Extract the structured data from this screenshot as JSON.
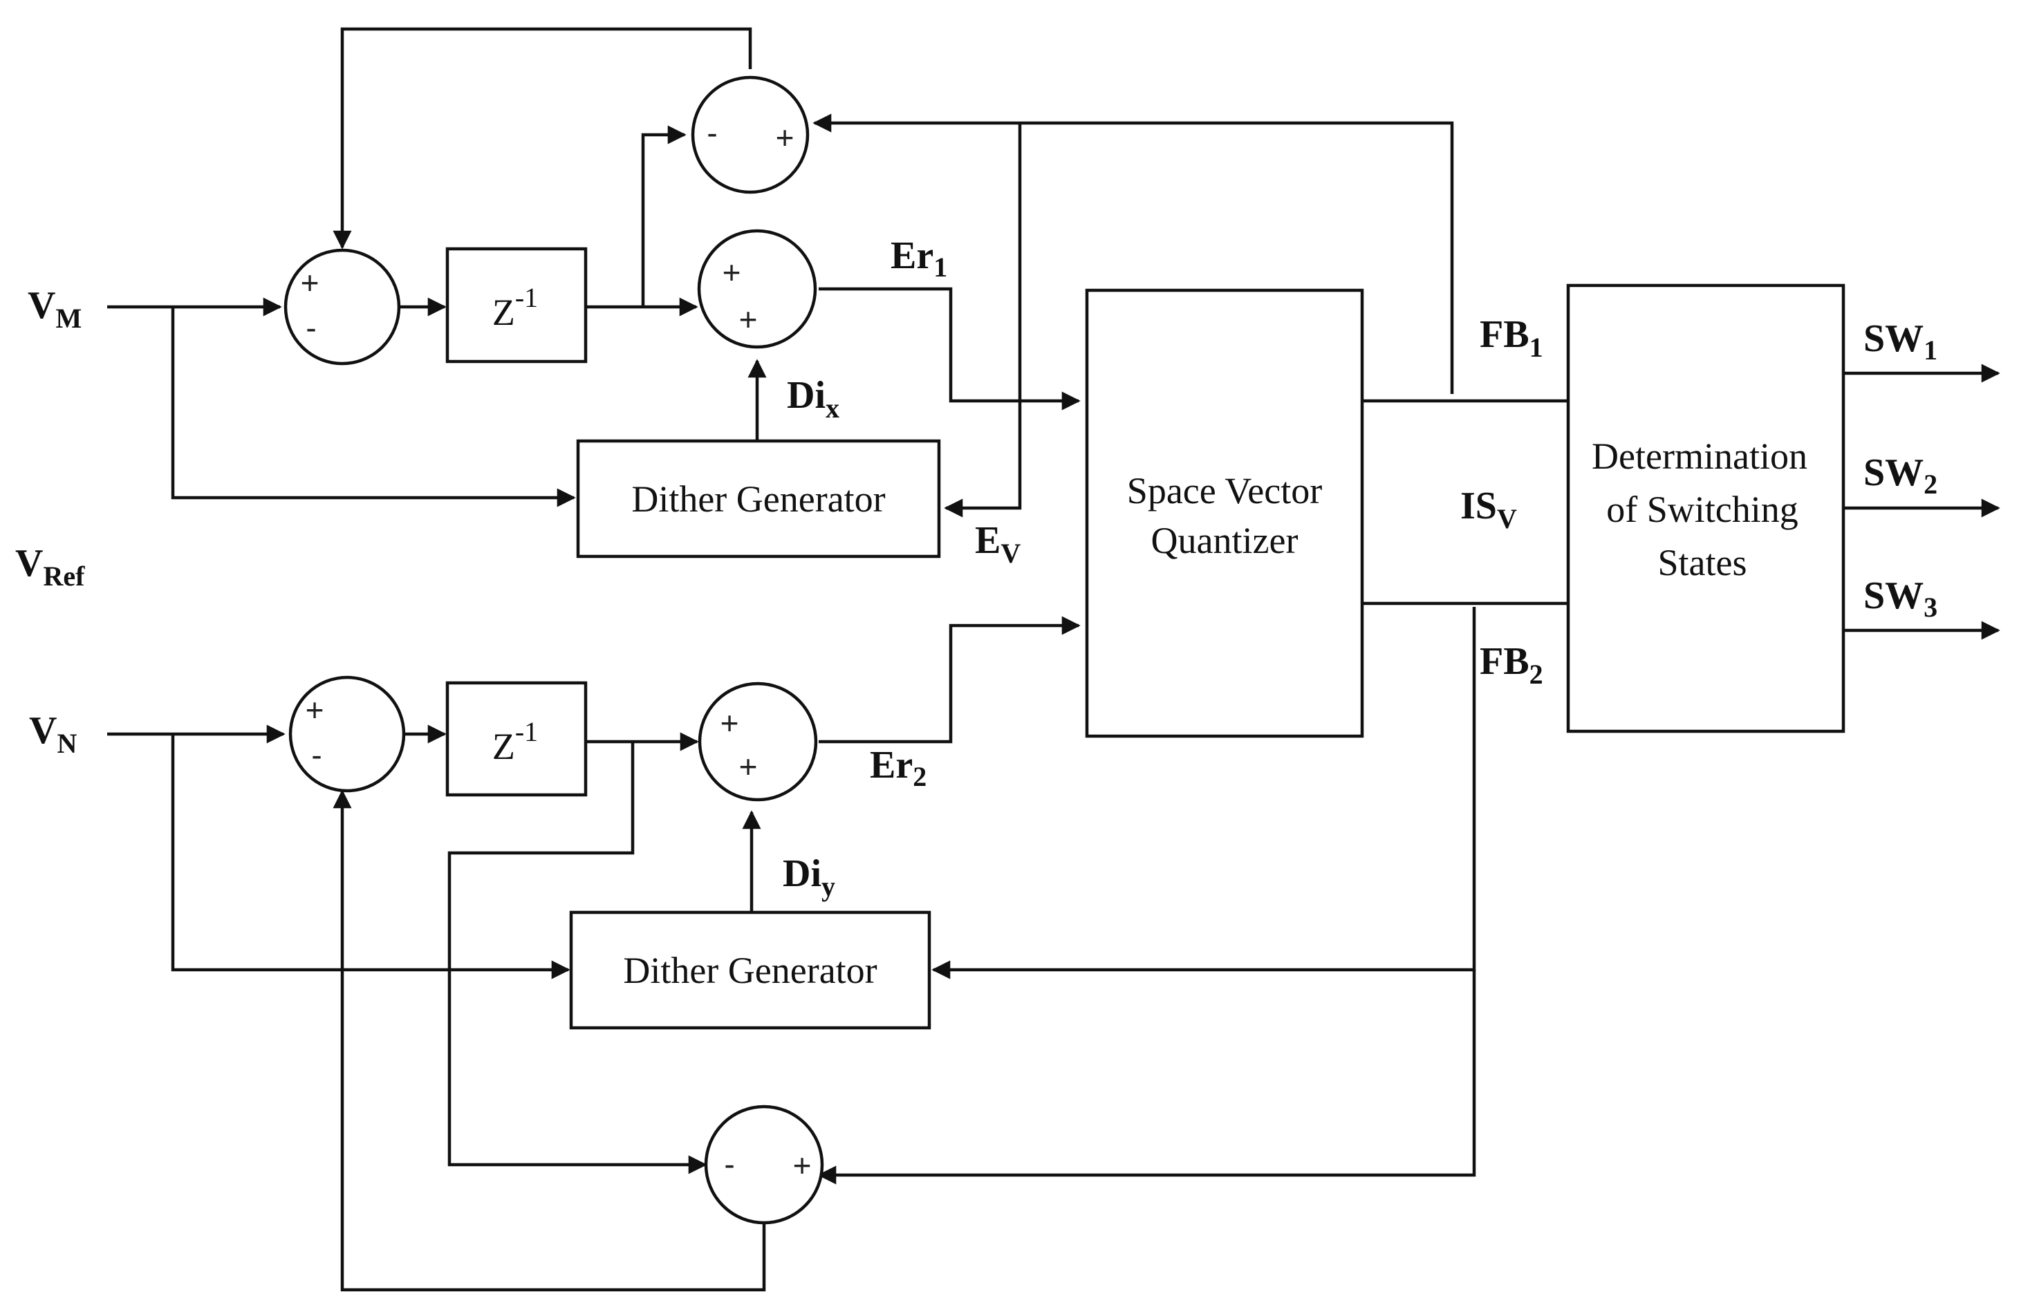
{
  "signals": {
    "vm": {
      "main": "V",
      "sub": "M"
    },
    "vn": {
      "main": "V",
      "sub": "N"
    },
    "vref": {
      "main": "V",
      "sub": "Ref"
    },
    "er1": {
      "main": "Er",
      "sub": "1"
    },
    "er2": {
      "main": "Er",
      "sub": "2"
    },
    "dix": {
      "main": "Di",
      "sub": "x"
    },
    "diy": {
      "main": "Di",
      "sub": "y"
    },
    "ev": {
      "main": "E",
      "sub": "V"
    },
    "fb1": {
      "main": "FB",
      "sub": "1"
    },
    "fb2": {
      "main": "FB",
      "sub": "2"
    },
    "isv": {
      "main": "IS",
      "sub": "V"
    },
    "sw1": {
      "main": "SW",
      "sub": "1"
    },
    "sw2": {
      "main": "SW",
      "sub": "2"
    },
    "sw3": {
      "main": "SW",
      "sub": "3"
    }
  },
  "blocks": {
    "delay": {
      "main": "Z",
      "sup": "-1"
    },
    "dither_generator": "Dither Generator",
    "quantizer": [
      "Space Vector",
      "Quantizer"
    ],
    "switching": [
      "Determination",
      "of Switching",
      "States"
    ]
  },
  "signs": {
    "plus": "+",
    "minus": "-"
  }
}
